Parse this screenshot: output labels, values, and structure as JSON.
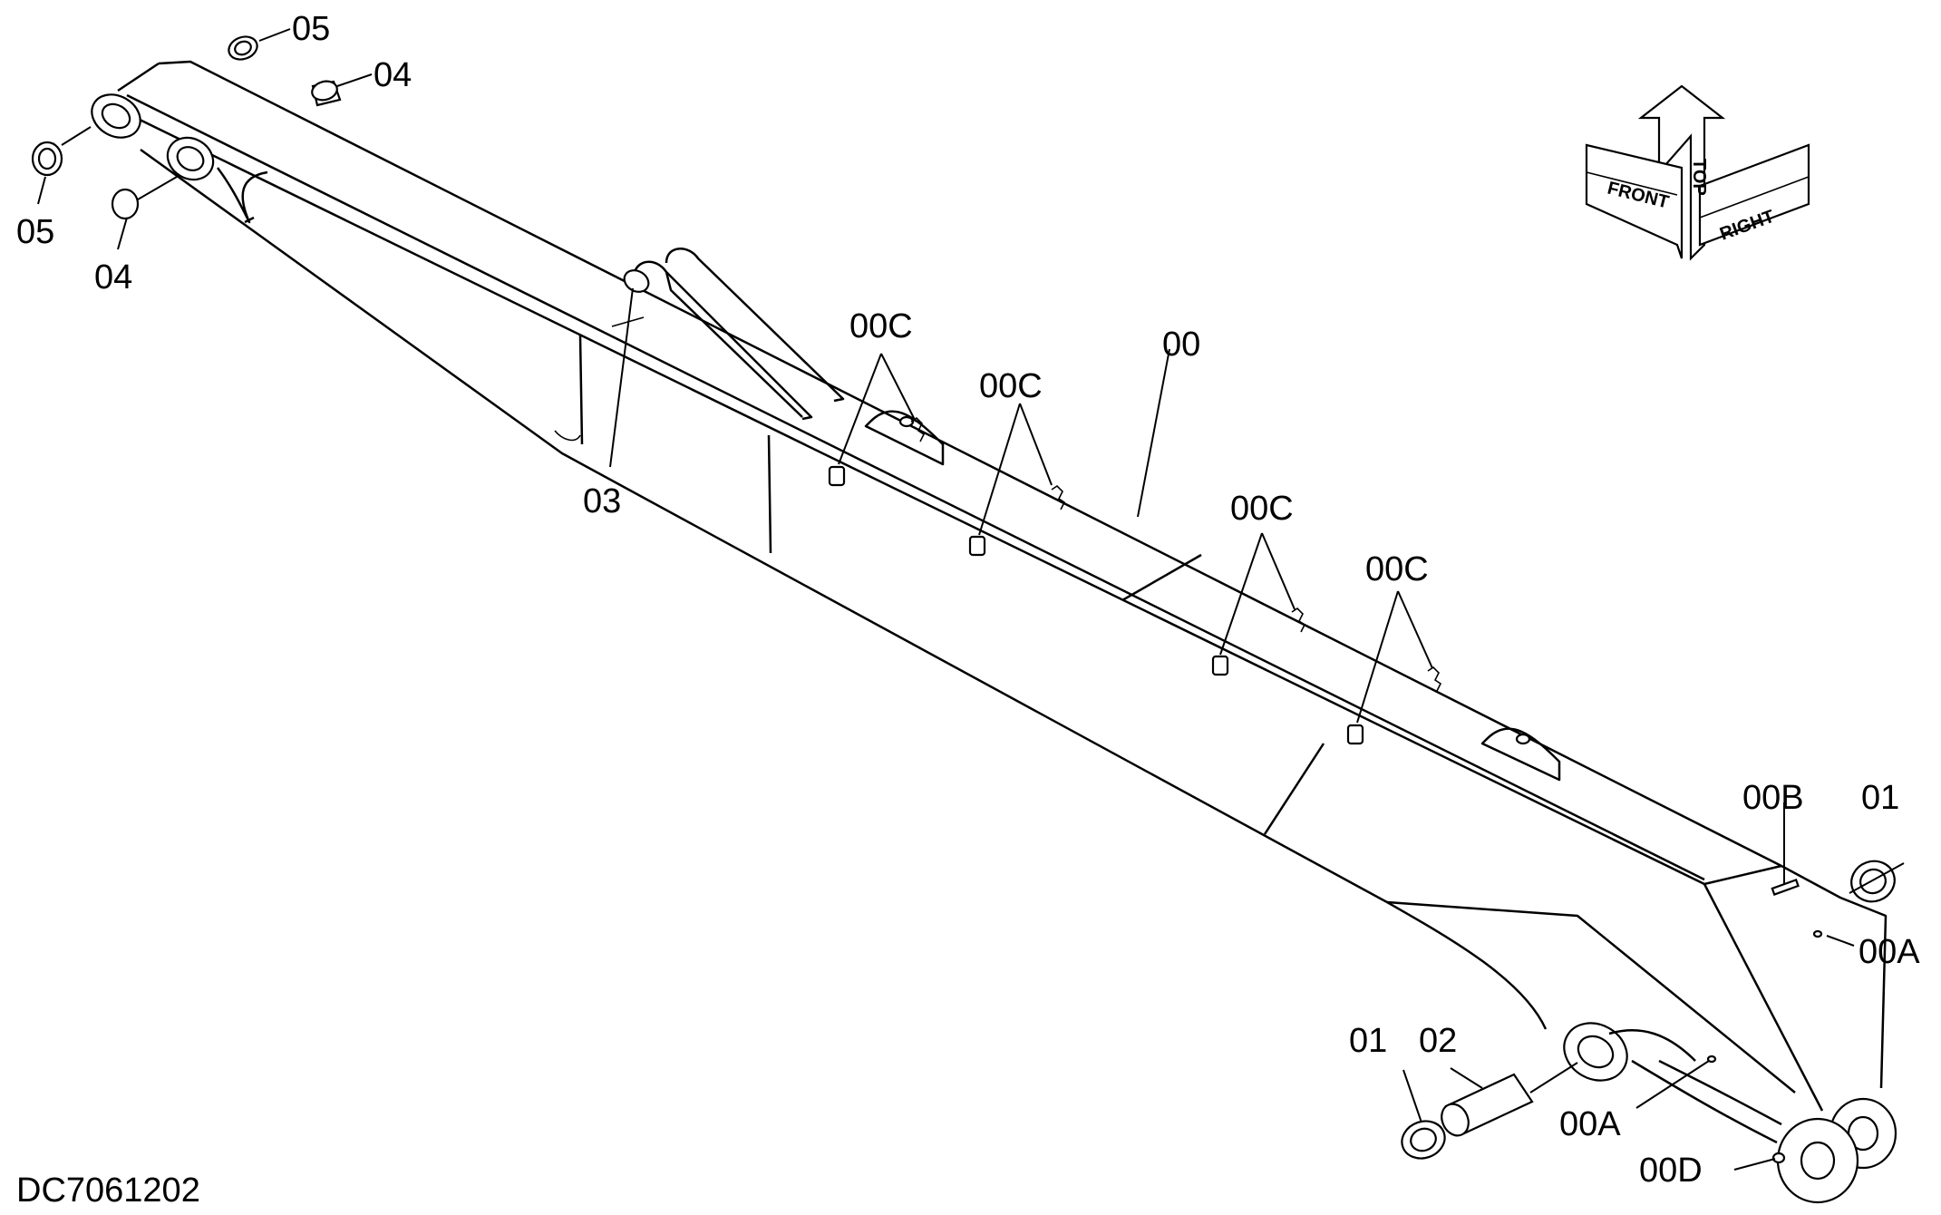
{
  "drawing_code": "DC7061202",
  "orientation": {
    "front": "FRONT",
    "top": "TOP",
    "right": "RIGHT"
  },
  "callouts": {
    "p00": "00",
    "p00A_1": "00A",
    "p00A_2": "00A",
    "p00B": "00B",
    "p00C_1": "00C",
    "p00C_2": "00C",
    "p00C_3": "00C",
    "p00C_4": "00C",
    "p00D": "00D",
    "p01_1": "01",
    "p01_2": "01",
    "p02": "02",
    "p03": "03",
    "p04_1": "04",
    "p04_2": "04",
    "p05_1": "05",
    "p05_2": "05"
  }
}
